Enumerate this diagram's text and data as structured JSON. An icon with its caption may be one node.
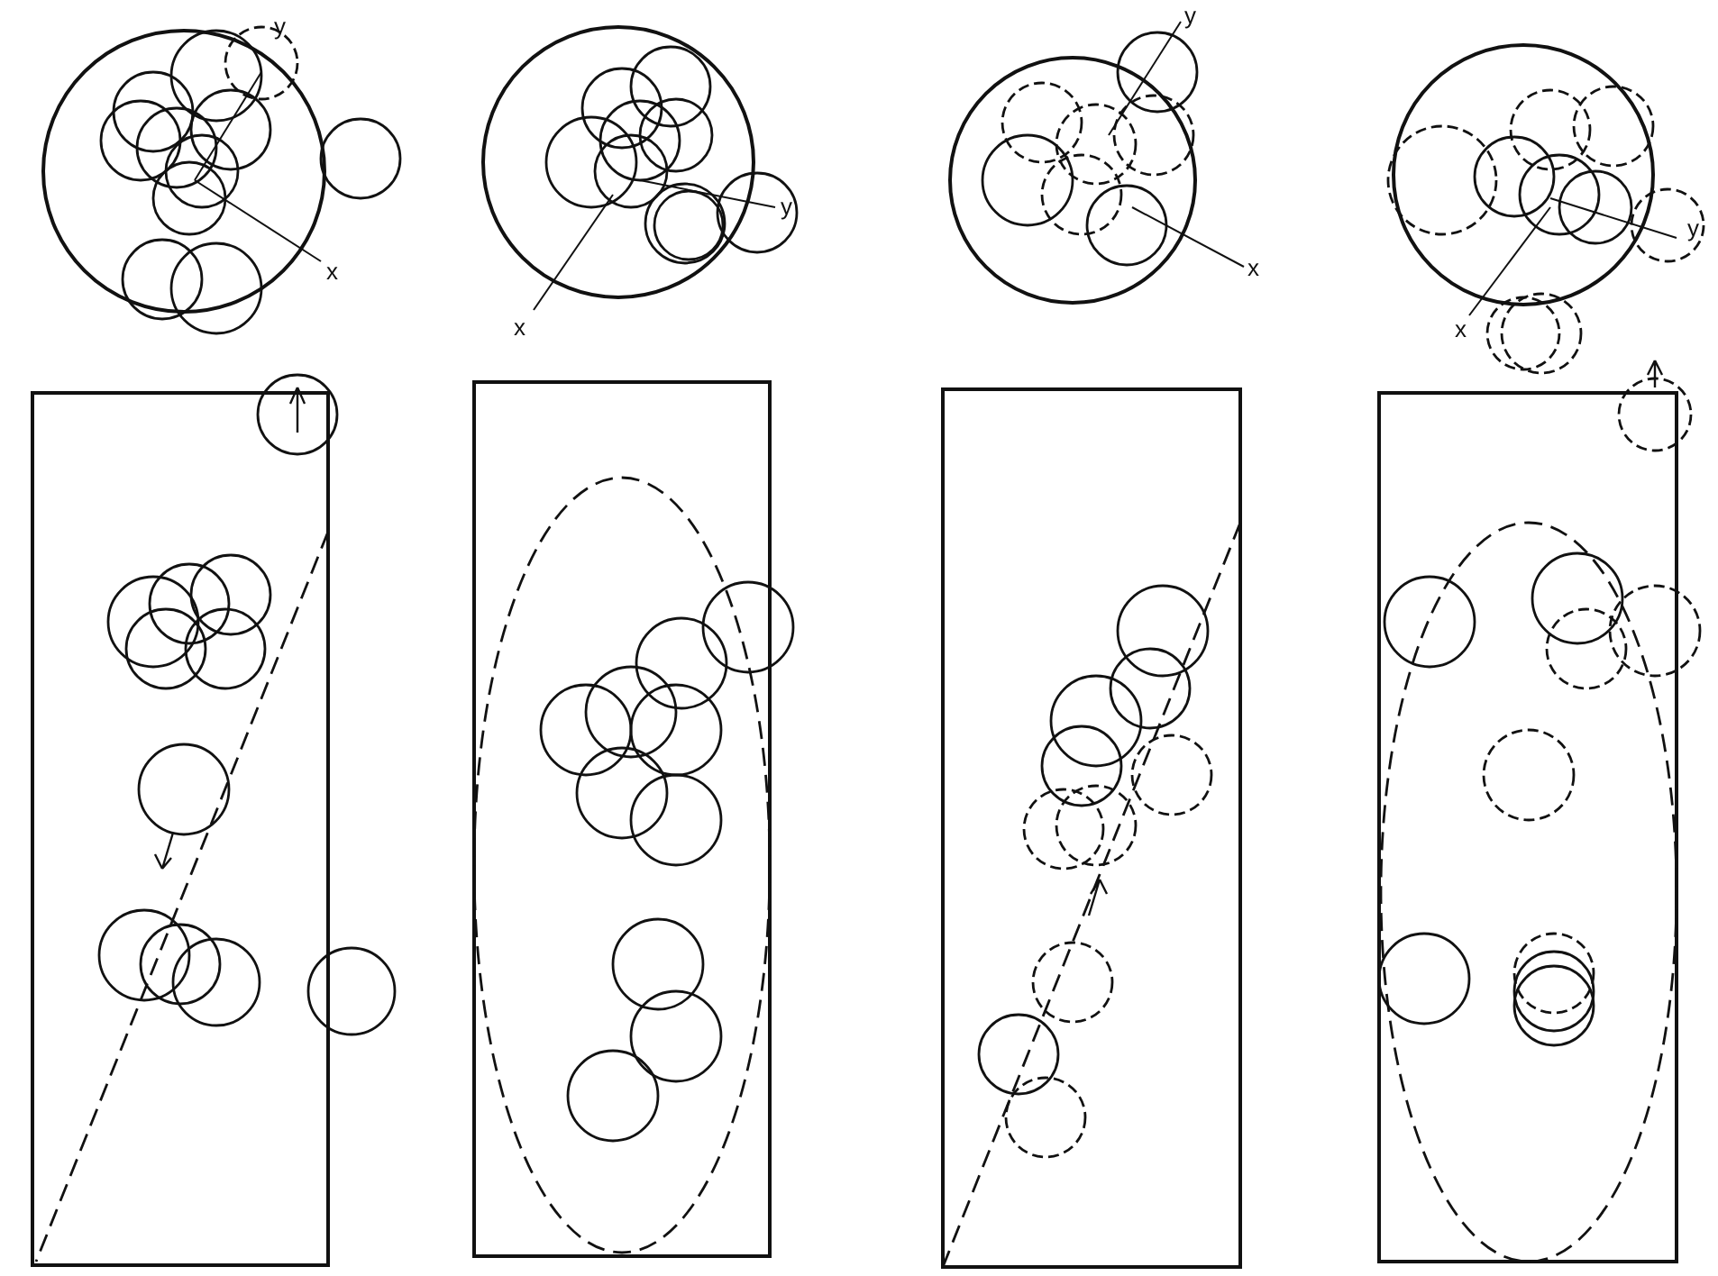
{
  "diagram": {
    "labels": [
      "y",
      "x",
      "x",
      "y",
      "y",
      "x",
      "x",
      "y"
    ]
  }
}
